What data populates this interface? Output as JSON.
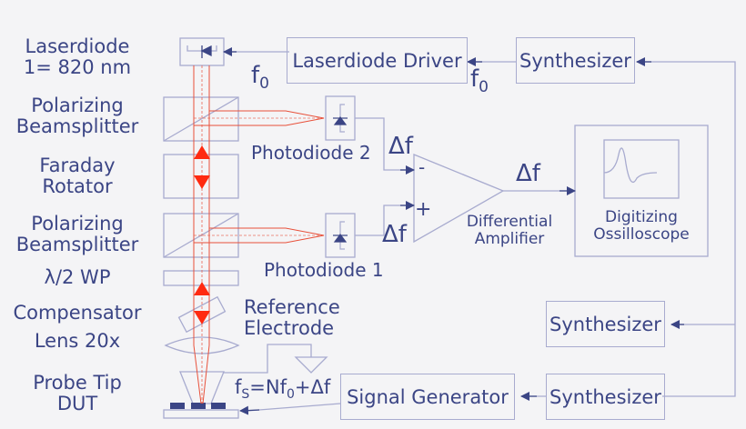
{
  "colors": {
    "ink": "#3b4585",
    "line": "#a8abcf",
    "beam": "#e8503a",
    "arrow_red": "#ff2a10",
    "background": "#f4f4f6"
  },
  "left_labels": {
    "laserdiode": [
      "Laserdiode",
      "1= 820 nm"
    ],
    "pbs1": [
      "Polarizing",
      "Beamsplitter"
    ],
    "faraday": [
      "Faraday",
      "Rotator"
    ],
    "pbs2": [
      "Polarizing",
      "Beamsplitter"
    ],
    "waveplate": "λ/2 WP",
    "compensator": "Compensator",
    "lens": "Lens 20x",
    "probe": [
      "Probe Tip",
      "DUT"
    ]
  },
  "blocks": {
    "laser_driver": "Laserdiode Driver",
    "synth_top": "Synthesizer",
    "synth_mid": "Synthesizer",
    "synth_bottom": "Synthesizer",
    "signal_generator": "Signal Generator",
    "oscilloscope": [
      "Digitizing",
      "Ossilloscope"
    ],
    "amplifier": [
      "Differential",
      "Amplifier"
    ],
    "photodiode2": "Photodiode 2",
    "photodiode1": "Photodiode 1",
    "reference": [
      "Reference",
      "Electrode"
    ]
  },
  "signals": {
    "f0": "f",
    "f0_sub": "0",
    "delta_f": "Δf",
    "minus": "-",
    "plus": "+",
    "fs_f": "f",
    "fs_sub": "S",
    "fs_mid": "=Nf",
    "fs_sub2": "0",
    "fs_end": "+Δf"
  },
  "icons": [
    "laser-diode-icon",
    "photodiode-icon",
    "ground-icon",
    "waveform-icon",
    "beam-direction-arrow-icon"
  ]
}
